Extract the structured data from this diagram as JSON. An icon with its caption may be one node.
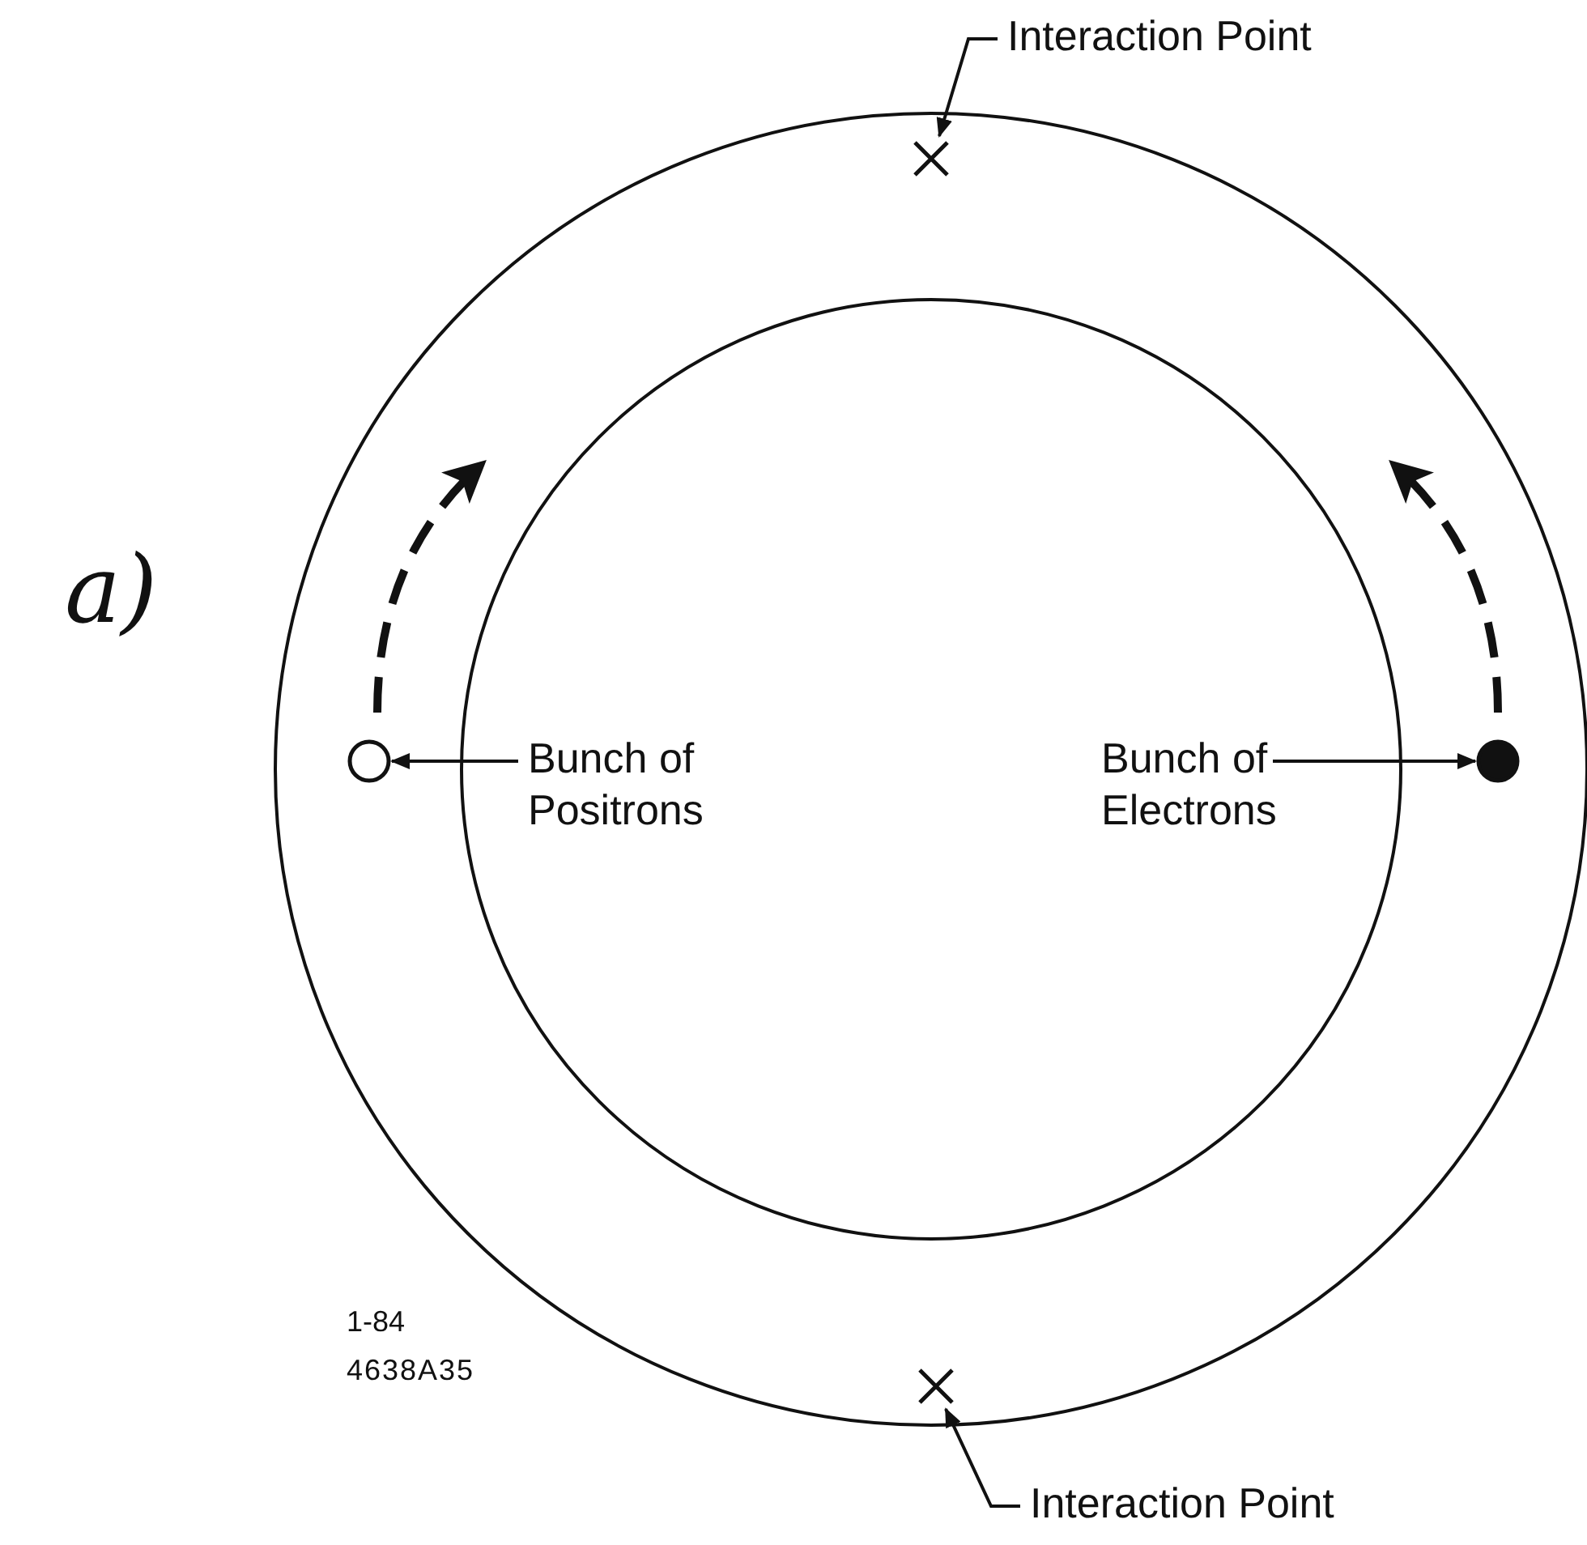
{
  "diagram": {
    "nodes": [
      {
        "text": [
          "Interaction Point"
        ]
      },
      {
        "text": [],
        "shape": "cross"
      },
      {
        "text": [
          "Bunch of Positrons"
        ]
      },
      {
        "text": [],
        "shape": "circle"
      },
      {
        "text": [
          "Bunch of Electrons"
        ]
      },
      {
        "text": [],
        "shape": "circle"
      },
      {
        "text": [],
        "shape": "cross"
      },
      {
        "text": [
          "Interaction Point"
        ]
      }
    ],
    "edges": [
      {
        "from": 0,
        "to": 1,
        "arrow": "to"
      },
      {
        "from": 2,
        "to": 3,
        "arrow": "to"
      },
      {
        "from": 4,
        "to": 5,
        "arrow": "to"
      },
      {
        "from": 7,
        "to": 6,
        "arrow": "to"
      }
    ],
    "labels": [
      "a)",
      "1-84",
      "4638A35"
    ]
  }
}
